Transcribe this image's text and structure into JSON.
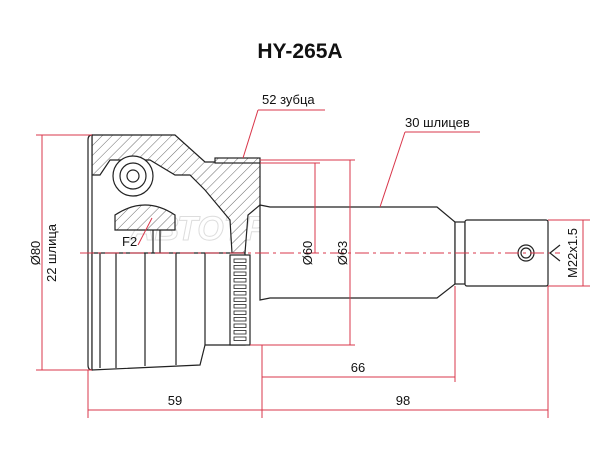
{
  "title": "HY-265A",
  "watermark": "АВТОТРЕЙД",
  "labels": {
    "teeth": "52 зубца",
    "splines_shaft": "30 шлицев",
    "f2": "F2",
    "outer_diameter": "Ø80",
    "splines_inner": "22 шлица",
    "d60": "Ø60",
    "d63": "Ø63",
    "thread": "M22x1.5",
    "len_66": "66",
    "len_59": "59",
    "len_98": "98"
  },
  "colors": {
    "dimension": "#d9374b",
    "outline": "#222222"
  }
}
